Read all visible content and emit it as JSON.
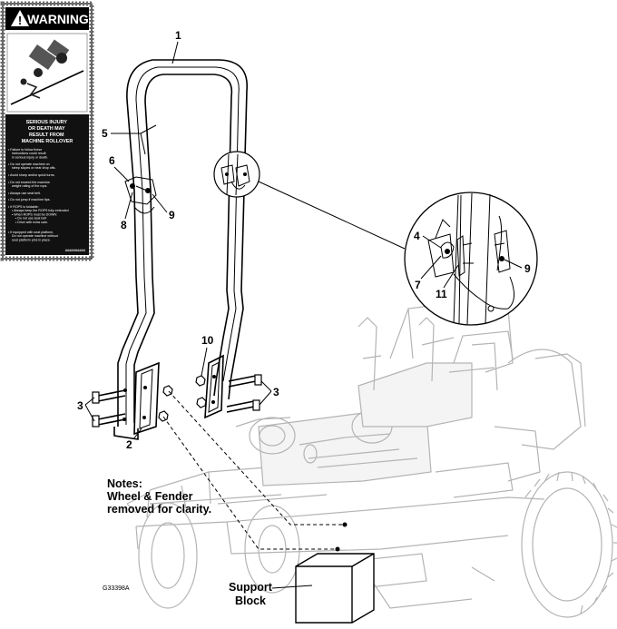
{
  "warning_label": {
    "header": "WARNING",
    "main_hazard": [
      "SERIOUS INJURY",
      "OR DEATH MAY",
      "RESULT FROM",
      "MACHINE ROLLOVER"
    ],
    "bullets": [
      [
        "• Failure to follow these",
        "instructions could result",
        "in serious injury or death."
      ],
      [
        "• Do not operate machine on",
        "steep slopes or near drop offs."
      ],
      [
        "• Avoid sharp and/or quick turns."
      ],
      [
        "• Do not exceed the machine",
        "weight rating of the rops."
      ],
      [
        "• Always use seat belt."
      ],
      [
        "• Do not jump if machine tips."
      ],
      [
        "• If ROPS is foldable:",
        "• Always keep the ROPS fully extended",
        "• When ROPS must be DOWN:",
        "• Do not use seat belt",
        "• Drive with extra care."
      ],
      [
        "• If equipped with seat platform,",
        "Do not operate machine without",
        "seat platform pins in place."
      ]
    ],
    "part_number": "##########"
  },
  "callouts": {
    "c1": "1",
    "c2": "2",
    "c3a": "3",
    "c3b": "3",
    "c4": "4",
    "c5": "5",
    "c6": "6",
    "c7": "7",
    "c8": "8",
    "c9a": "9",
    "c9b": "9",
    "c10": "10",
    "c11": "11"
  },
  "notes": {
    "title": "Notes:",
    "line1": "Wheel & Fender",
    "line2": "removed for clarity."
  },
  "support_block": {
    "line1": "Support",
    "line2": "Block"
  },
  "figure_id": "G33398A"
}
